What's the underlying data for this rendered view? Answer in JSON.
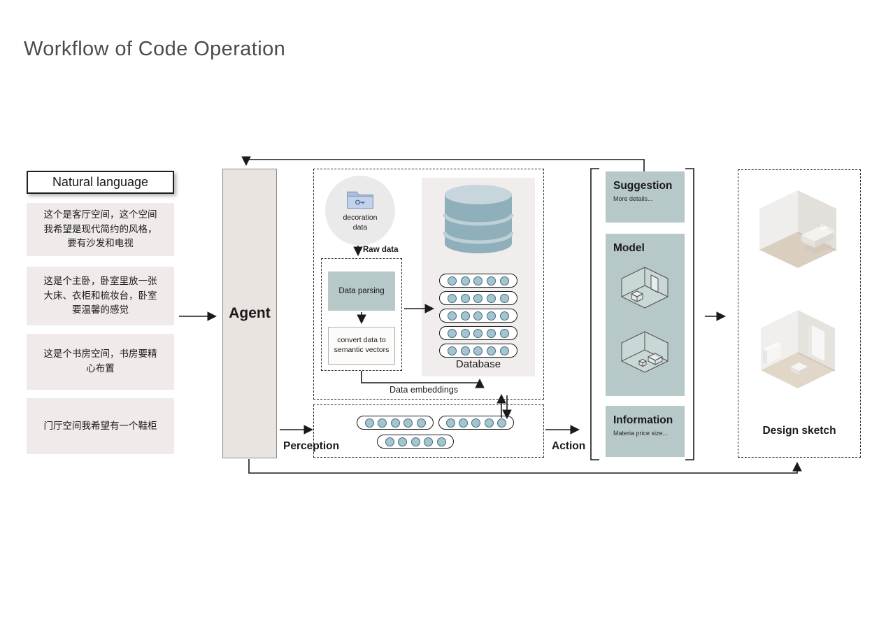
{
  "title": "Workflow of Code Operation",
  "colors": {
    "teal_box": "#b6c8c8",
    "database_panel": "#f2eded",
    "nl_item_bg": "#f0eaea",
    "agent_bg": "#eae4e1",
    "token_fill": "#a5c4cf",
    "token_border": "#3f6e7d",
    "db_cylinder": "#8fafbb"
  },
  "natural_language": {
    "header": "Natural language",
    "items": [
      {
        "text": "这个是客厅空间，这个空间\n我希望是现代简约的风格，\n要有沙发和电视"
      },
      {
        "text": "这是个主卧，卧室里放一张\n大床、衣柜和梳妆台，卧室\n要温馨的感觉"
      },
      {
        "text": "这是个书房空间，书房要精\n心布置"
      },
      {
        "text": "门厅空间我希望有一个鞋柜"
      }
    ]
  },
  "agent": {
    "label": "Agent"
  },
  "knowledge": {
    "decoration_data_label": "decoration\ndata",
    "raw_data_label": "Raw data",
    "data_parsing_label": "Data parsing",
    "convert_label": "convert data to\nsemantic vectors",
    "database_label": "Database",
    "data_embeddings_label": "Data embeddings"
  },
  "io_labels": {
    "perception": "Perception",
    "action": "Action"
  },
  "outputs": {
    "suggestion_title": "Suggestion",
    "suggestion_sub": "More details...",
    "model_title": "Model",
    "information_title": "Information",
    "information_sub": "Materia price size...",
    "design_sketch_label": "Design sketch"
  },
  "embeddings": {
    "db_rows": 5,
    "tokens_per_row": 5,
    "working_memory_rows": 3
  }
}
